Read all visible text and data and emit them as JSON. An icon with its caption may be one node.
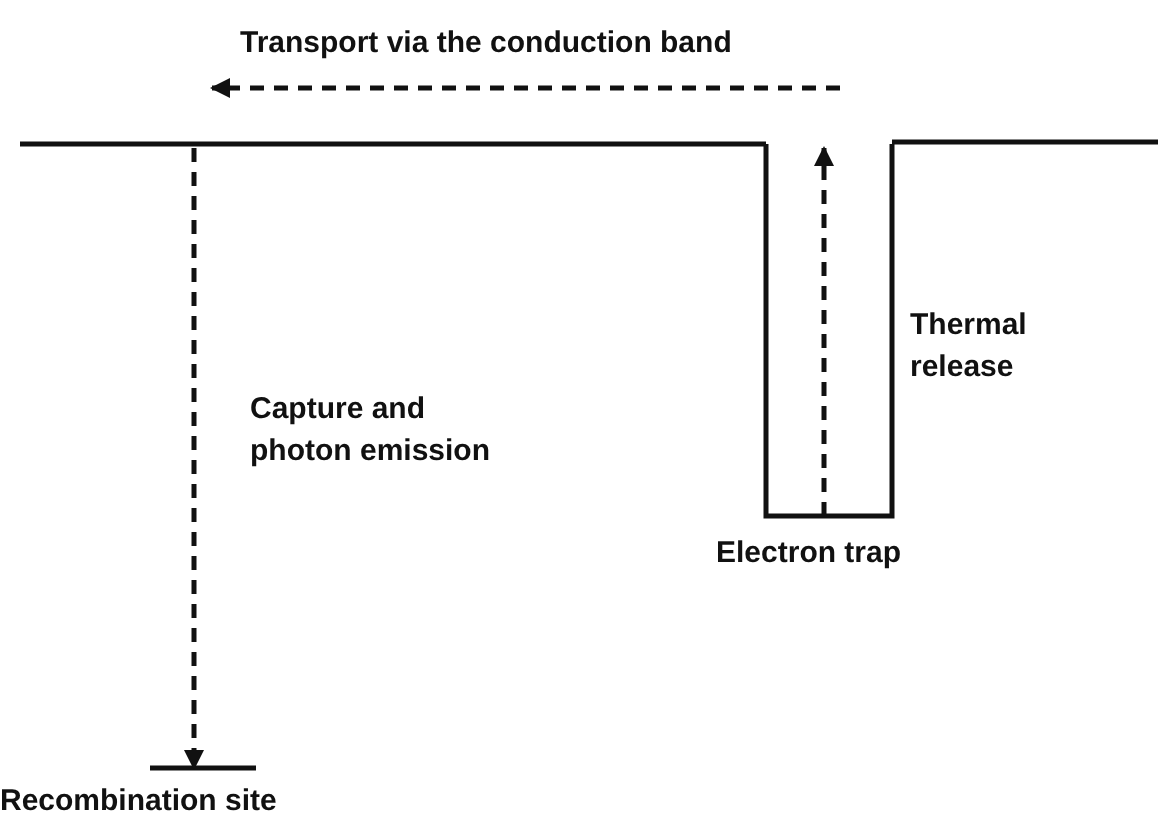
{
  "diagram": {
    "nodes": [
      {
        "text": [],
        "shape": "line"
      },
      {
        "text": [
          "Electron trap"
        ]
      },
      {
        "text": [
          "Recombination site"
        ]
      }
    ],
    "edges": [
      {
        "from": 0,
        "to": 2,
        "arrow": "to",
        "style": "dashed",
        "label": "Capture and photon emission"
      },
      {
        "from": 1,
        "to": 0,
        "arrow": "to",
        "style": "dashed",
        "label": "Thermal release"
      }
    ],
    "labels": [
      "Transport via the conduction band"
    ]
  }
}
